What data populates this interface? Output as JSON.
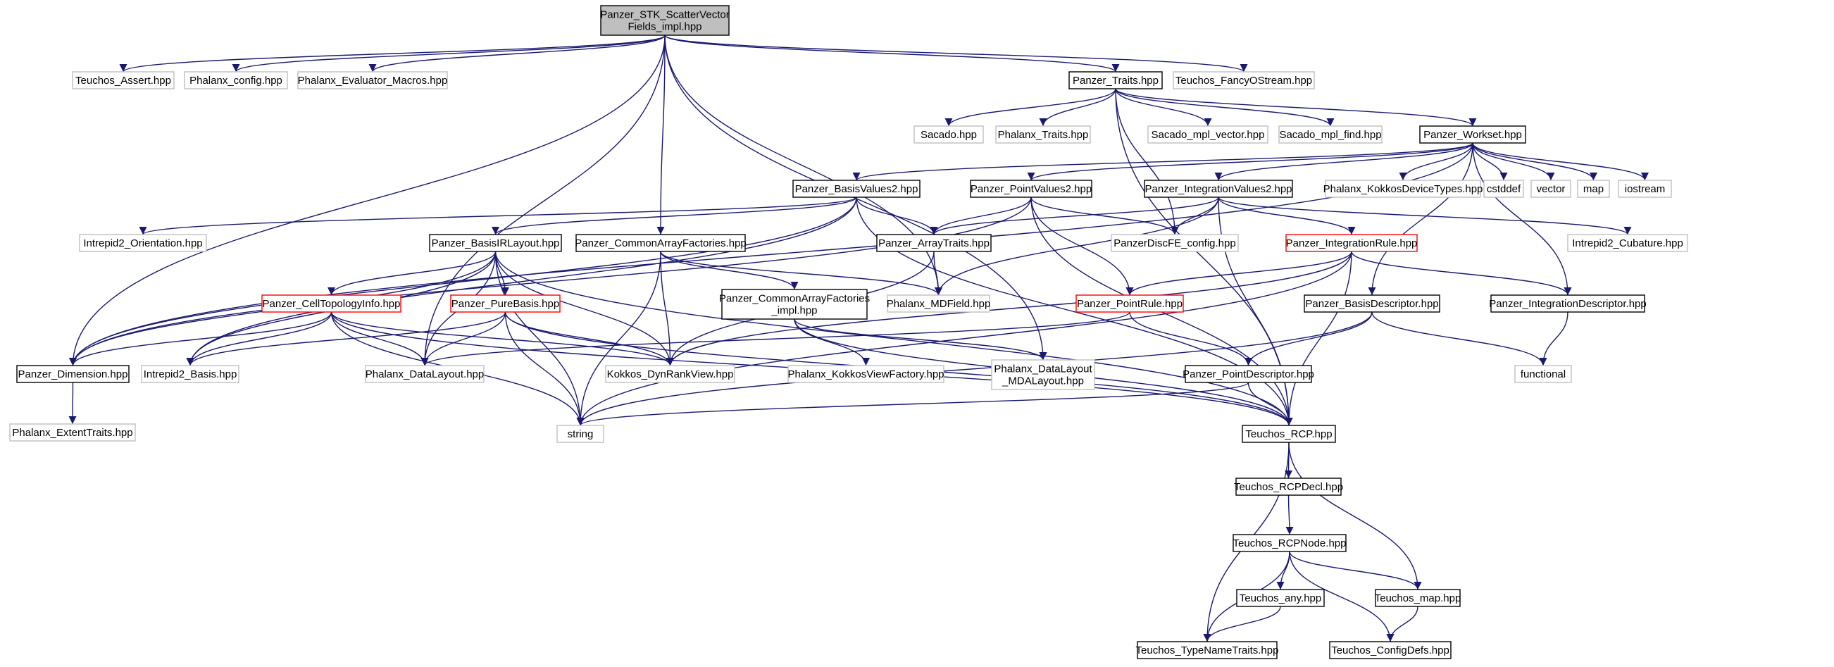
{
  "graph": {
    "title": "Panzer_STK_ScatterVectorFields_impl.hpp",
    "edge_color": "#191970",
    "node_styles": {
      "root": {
        "fill": "#bfbfbf",
        "border": "#000000"
      },
      "documented": {
        "fill": "#ffffff",
        "border": "#000000"
      },
      "undocumented": {
        "fill": "#ffffff",
        "border": "#bfbfbf"
      },
      "truncated": {
        "fill": "#ffffff",
        "border": "#ff0000"
      }
    },
    "nodes": [
      {
        "id": "root",
        "lines": [
          "Panzer_STK_ScatterVector",
          "Fields_impl.hpp"
        ],
        "style": "root"
      },
      {
        "id": "teuchos_assert",
        "lines": [
          "Teuchos_Assert.hpp"
        ],
        "style": "undocumented"
      },
      {
        "id": "phalanx_config",
        "lines": [
          "Phalanx_config.hpp"
        ],
        "style": "undocumented"
      },
      {
        "id": "phalanx_eval_macros",
        "lines": [
          "Phalanx_Evaluator_Macros.hpp"
        ],
        "style": "undocumented"
      },
      {
        "id": "panzer_traits",
        "lines": [
          "Panzer_Traits.hpp"
        ],
        "style": "documented"
      },
      {
        "id": "teuchos_fancy",
        "lines": [
          "Teuchos_FancyOStream.hpp"
        ],
        "style": "undocumented"
      },
      {
        "id": "sacado",
        "lines": [
          "Sacado.hpp"
        ],
        "style": "undocumented"
      },
      {
        "id": "phalanx_traits",
        "lines": [
          "Phalanx_Traits.hpp"
        ],
        "style": "undocumented"
      },
      {
        "id": "sacado_mpl_vector",
        "lines": [
          "Sacado_mpl_vector.hpp"
        ],
        "style": "undocumented"
      },
      {
        "id": "sacado_mpl_find",
        "lines": [
          "Sacado_mpl_find.hpp"
        ],
        "style": "undocumented"
      },
      {
        "id": "panzer_workset",
        "lines": [
          "Panzer_Workset.hpp"
        ],
        "style": "documented"
      },
      {
        "id": "panzer_basisvalues2",
        "lines": [
          "Panzer_BasisValues2.hpp"
        ],
        "style": "documented"
      },
      {
        "id": "panzer_pointvalues2",
        "lines": [
          "Panzer_PointValues2.hpp"
        ],
        "style": "documented"
      },
      {
        "id": "panzer_integrationvalues2",
        "lines": [
          "Panzer_IntegrationValues2.hpp"
        ],
        "style": "documented"
      },
      {
        "id": "phalanx_kokkos_device",
        "lines": [
          "Phalanx_KokkosDeviceTypes.hpp"
        ],
        "style": "undocumented"
      },
      {
        "id": "cstddef",
        "lines": [
          "cstddef"
        ],
        "style": "undocumented"
      },
      {
        "id": "vector",
        "lines": [
          "vector"
        ],
        "style": "undocumented"
      },
      {
        "id": "map",
        "lines": [
          "map"
        ],
        "style": "undocumented"
      },
      {
        "id": "iostream",
        "lines": [
          "iostream"
        ],
        "style": "undocumented"
      },
      {
        "id": "intrepid2_orientation",
        "lines": [
          "Intrepid2_Orientation.hpp"
        ],
        "style": "undocumented"
      },
      {
        "id": "panzer_basisirlayout",
        "lines": [
          "Panzer_BasisIRLayout.hpp"
        ],
        "style": "documented"
      },
      {
        "id": "panzer_commonarrayfactories",
        "lines": [
          "Panzer_CommonArrayFactories.hpp"
        ],
        "style": "documented"
      },
      {
        "id": "panzer_arraytraits",
        "lines": [
          "Panzer_ArrayTraits.hpp"
        ],
        "style": "documented"
      },
      {
        "id": "panzer_discfe_config",
        "lines": [
          "PanzerDiscFE_config.hpp"
        ],
        "style": "undocumented"
      },
      {
        "id": "panzer_integrationrule",
        "lines": [
          "Panzer_IntegrationRule.hpp"
        ],
        "style": "truncated"
      },
      {
        "id": "intrepid2_cubature",
        "lines": [
          "Intrepid2_Cubature.hpp"
        ],
        "style": "undocumented"
      },
      {
        "id": "panzer_celltopologyinfo",
        "lines": [
          "Panzer_CellTopologyInfo.hpp"
        ],
        "style": "truncated"
      },
      {
        "id": "panzer_purebasis",
        "lines": [
          "Panzer_PureBasis.hpp"
        ],
        "style": "truncated"
      },
      {
        "id": "panzer_commonarrayfactories_impl",
        "lines": [
          "Panzer_CommonArrayFactories",
          "_impl.hpp"
        ],
        "style": "documented"
      },
      {
        "id": "phalanx_mdfield",
        "lines": [
          "Phalanx_MDField.hpp"
        ],
        "style": "undocumented"
      },
      {
        "id": "panzer_pointrule",
        "lines": [
          "Panzer_PointRule.hpp"
        ],
        "style": "truncated"
      },
      {
        "id": "panzer_basisdescriptor",
        "lines": [
          "Panzer_BasisDescriptor.hpp"
        ],
        "style": "documented"
      },
      {
        "id": "panzer_integrationdescriptor",
        "lines": [
          "Panzer_IntegrationDescriptor.hpp"
        ],
        "style": "documented"
      },
      {
        "id": "panzer_dimension",
        "lines": [
          "Panzer_Dimension.hpp"
        ],
        "style": "documented"
      },
      {
        "id": "intrepid2_basis",
        "lines": [
          "Intrepid2_Basis.hpp"
        ],
        "style": "undocumented"
      },
      {
        "id": "phalanx_datalayout",
        "lines": [
          "Phalanx_DataLayout.hpp"
        ],
        "style": "undocumented"
      },
      {
        "id": "kokkos_dynrankview",
        "lines": [
          "Kokkos_DynRankView.hpp"
        ],
        "style": "undocumented"
      },
      {
        "id": "phalanx_kokkosviewfactory",
        "lines": [
          "Phalanx_KokkosViewFactory.hpp"
        ],
        "style": "undocumented"
      },
      {
        "id": "phalanx_datalayout_mda",
        "lines": [
          "Phalanx_DataLayout",
          "_MDALayout.hpp"
        ],
        "style": "undocumented"
      },
      {
        "id": "panzer_pointdescriptor",
        "lines": [
          "Panzer_PointDescriptor.hpp"
        ],
        "style": "documented"
      },
      {
        "id": "functional",
        "lines": [
          "functional"
        ],
        "style": "undocumented"
      },
      {
        "id": "phalanx_extenttraits",
        "lines": [
          "Phalanx_ExtentTraits.hpp"
        ],
        "style": "undocumented"
      },
      {
        "id": "string",
        "lines": [
          "string"
        ],
        "style": "undocumented"
      },
      {
        "id": "teuchos_rcp",
        "lines": [
          "Teuchos_RCP.hpp"
        ],
        "style": "documented"
      },
      {
        "id": "teuchos_rcpdecl",
        "lines": [
          "Teuchos_RCPDecl.hpp"
        ],
        "style": "documented"
      },
      {
        "id": "teuchos_rcpnode",
        "lines": [
          "Teuchos_RCPNode.hpp"
        ],
        "style": "documented"
      },
      {
        "id": "teuchos_any",
        "lines": [
          "Teuchos_any.hpp"
        ],
        "style": "documented"
      },
      {
        "id": "teuchos_map",
        "lines": [
          "Teuchos_map.hpp"
        ],
        "style": "documented"
      },
      {
        "id": "teuchos_typenametraits",
        "lines": [
          "Teuchos_TypeNameTraits.hpp"
        ],
        "style": "documented"
      },
      {
        "id": "teuchos_configdefs",
        "lines": [
          "Teuchos_ConfigDefs.hpp"
        ],
        "style": "documented"
      }
    ],
    "edges": [
      [
        "root",
        "teuchos_assert"
      ],
      [
        "root",
        "phalanx_config"
      ],
      [
        "root",
        "phalanx_eval_macros"
      ],
      [
        "root",
        "panzer_traits"
      ],
      [
        "root",
        "teuchos_fancy"
      ],
      [
        "root",
        "panzer_commonarrayfactories"
      ],
      [
        "root",
        "phalanx_mdfield"
      ],
      [
        "root",
        "phalanx_datalayout_mda"
      ],
      [
        "root",
        "phalanx_datalayout"
      ],
      [
        "root",
        "panzer_dimension"
      ],
      [
        "panzer_traits",
        "sacado"
      ],
      [
        "panzer_traits",
        "phalanx_traits"
      ],
      [
        "panzer_traits",
        "sacado_mpl_vector"
      ],
      [
        "panzer_traits",
        "sacado_mpl_find"
      ],
      [
        "panzer_traits",
        "panzer_workset"
      ],
      [
        "panzer_traits",
        "panzer_discfe_config"
      ],
      [
        "panzer_traits",
        "teuchos_rcp"
      ],
      [
        "panzer_workset",
        "panzer_basisvalues2"
      ],
      [
        "panzer_workset",
        "panzer_pointvalues2"
      ],
      [
        "panzer_workset",
        "panzer_integrationvalues2"
      ],
      [
        "panzer_workset",
        "phalanx_kokkos_device"
      ],
      [
        "panzer_workset",
        "cstddef"
      ],
      [
        "panzer_workset",
        "vector"
      ],
      [
        "panzer_workset",
        "map"
      ],
      [
        "panzer_workset",
        "iostream"
      ],
      [
        "panzer_workset",
        "panzer_basisdescriptor"
      ],
      [
        "panzer_workset",
        "panzer_integrationdescriptor"
      ],
      [
        "panzer_workset",
        "panzer_dimension"
      ],
      [
        "panzer_basisvalues2",
        "panzer_arraytraits"
      ],
      [
        "panzer_basisvalues2",
        "panzer_basisirlayout"
      ],
      [
        "panzer_basisvalues2",
        "intrepid2_basis"
      ],
      [
        "panzer_basisvalues2",
        "panzer_dimension"
      ],
      [
        "panzer_basisvalues2",
        "teuchos_rcp"
      ],
      [
        "panzer_basisvalues2",
        "intrepid2_orientation"
      ],
      [
        "panzer_pointvalues2",
        "panzer_arraytraits"
      ],
      [
        "panzer_pointvalues2",
        "panzer_discfe_config"
      ],
      [
        "panzer_pointvalues2",
        "panzer_pointrule"
      ],
      [
        "panzer_pointvalues2",
        "teuchos_rcp"
      ],
      [
        "panzer_pointvalues2",
        "panzer_dimension"
      ],
      [
        "panzer_integrationvalues2",
        "panzer_arraytraits"
      ],
      [
        "panzer_integrationvalues2",
        "panzer_discfe_config"
      ],
      [
        "panzer_integrationvalues2",
        "panzer_integrationrule"
      ],
      [
        "panzer_integrationvalues2",
        "intrepid2_cubature"
      ],
      [
        "panzer_integrationvalues2",
        "phalanx_mdfield"
      ],
      [
        "panzer_integrationvalues2",
        "teuchos_rcp"
      ],
      [
        "panzer_basisirlayout",
        "panzer_celltopologyinfo"
      ],
      [
        "panzer_basisirlayout",
        "panzer_purebasis"
      ],
      [
        "panzer_basisirlayout",
        "phalanx_datalayout"
      ],
      [
        "panzer_basisirlayout",
        "kokkos_dynrankview"
      ],
      [
        "panzer_basisirlayout",
        "string"
      ],
      [
        "panzer_basisirlayout",
        "panzer_dimension"
      ],
      [
        "panzer_basisirlayout",
        "intrepid2_basis"
      ],
      [
        "panzer_basisirlayout",
        "teuchos_rcp"
      ],
      [
        "panzer_commonarrayfactories",
        "panzer_commonarrayfactories_impl"
      ],
      [
        "panzer_commonarrayfactories",
        "kokkos_dynrankview"
      ],
      [
        "panzer_commonarrayfactories",
        "phalanx_mdfield"
      ],
      [
        "panzer_commonarrayfactories",
        "string"
      ],
      [
        "panzer_commonarrayfactories_impl",
        "phalanx_kokkosviewfactory"
      ],
      [
        "panzer_commonarrayfactories_impl",
        "phalanx_datalayout_mda"
      ],
      [
        "panzer_commonarrayfactories_impl",
        "teuchos_rcp"
      ],
      [
        "panzer_arraytraits",
        "phalanx_mdfield"
      ],
      [
        "panzer_arraytraits",
        "kokkos_dynrankview"
      ],
      [
        "panzer_integrationrule",
        "panzer_pointrule"
      ],
      [
        "panzer_integrationrule",
        "panzer_integrationdescriptor"
      ],
      [
        "panzer_integrationrule",
        "teuchos_rcp"
      ],
      [
        "panzer_integrationrule",
        "kokkos_dynrankview"
      ],
      [
        "panzer_integrationrule",
        "string"
      ],
      [
        "panzer_pointrule",
        "panzer_pointdescriptor"
      ],
      [
        "panzer_pointrule",
        "phalanx_datalayout"
      ],
      [
        "panzer_celltopologyinfo",
        "panzer_dimension"
      ],
      [
        "panzer_celltopologyinfo",
        "phalanx_datalayout"
      ],
      [
        "panzer_celltopologyinfo",
        "kokkos_dynrankview"
      ],
      [
        "panzer_celltopologyinfo",
        "string"
      ],
      [
        "panzer_celltopologyinfo",
        "teuchos_rcp"
      ],
      [
        "panzer_celltopologyinfo",
        "intrepid2_basis"
      ],
      [
        "panzer_purebasis",
        "phalanx_datalayout"
      ],
      [
        "panzer_purebasis",
        "kokkos_dynrankview"
      ],
      [
        "panzer_purebasis",
        "string"
      ],
      [
        "panzer_purebasis",
        "teuchos_rcp"
      ],
      [
        "panzer_purebasis",
        "intrepid2_basis"
      ],
      [
        "panzer_basisdescriptor",
        "panzer_pointdescriptor"
      ],
      [
        "panzer_basisdescriptor",
        "functional"
      ],
      [
        "panzer_basisdescriptor",
        "string"
      ],
      [
        "panzer_integrationdescriptor",
        "functional"
      ],
      [
        "panzer_pointdescriptor",
        "teuchos_rcp"
      ],
      [
        "panzer_pointdescriptor",
        "string"
      ],
      [
        "panzer_dimension",
        "phalanx_extenttraits"
      ],
      [
        "teuchos_rcp",
        "teuchos_rcpdecl"
      ],
      [
        "teuchos_rcp",
        "teuchos_typenametraits"
      ],
      [
        "teuchos_rcp",
        "teuchos_map"
      ],
      [
        "teuchos_rcpdecl",
        "teuchos_rcpnode"
      ],
      [
        "teuchos_rcpnode",
        "teuchos_any"
      ],
      [
        "teuchos_rcpnode",
        "teuchos_map"
      ],
      [
        "teuchos_rcpnode",
        "teuchos_configdefs"
      ],
      [
        "teuchos_rcpnode",
        "teuchos_typenametraits"
      ],
      [
        "teuchos_any",
        "teuchos_typenametraits"
      ],
      [
        "teuchos_map",
        "teuchos_configdefs"
      ]
    ]
  }
}
